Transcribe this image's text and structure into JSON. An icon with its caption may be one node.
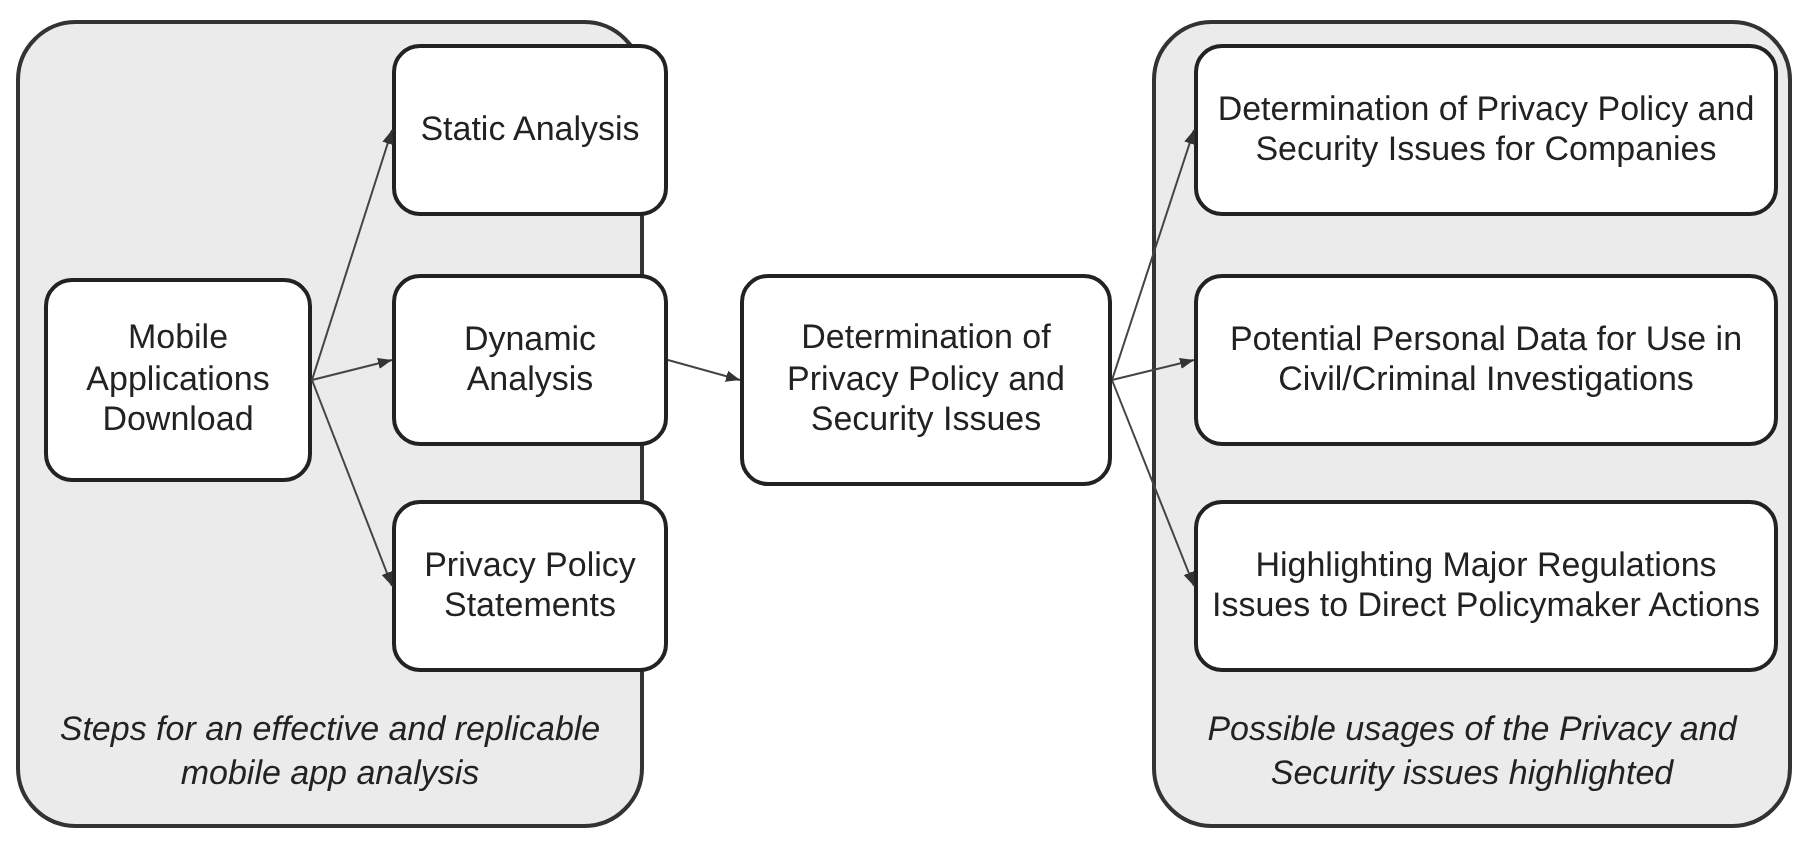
{
  "diagram": {
    "nodes": [
      {
        "text": [
          "Steps for an effective and replicable mobile app analysis"
        ]
      },
      {
        "text": [
          "Mobile Applications Download"
        ],
        "in": 0
      },
      {
        "text": [
          "Static Analysis"
        ],
        "in": 0
      },
      {
        "text": [
          "Dynamic Analysis"
        ],
        "in": 0
      },
      {
        "text": [
          "Privacy Policy Statements"
        ],
        "in": 0
      },
      {
        "text": [
          "Determination of Privacy Policy and Security Issues"
        ]
      },
      {
        "text": [
          "Possible usages of the Privacy and Security issues highlighted"
        ]
      },
      {
        "text": [
          "Determination of Privacy Policy and Security Issues for Companies"
        ],
        "in": 6
      },
      {
        "text": [
          "Potential Personal Data for Use in Civil/Criminal Investigations"
        ],
        "in": 6
      },
      {
        "text": [
          "Highlighting Major Regulations Issues to Direct Policymaker Actions"
        ],
        "in": 6
      }
    ],
    "edges": [
      {
        "from": 1,
        "to": 2,
        "arrow": "to"
      },
      {
        "from": 1,
        "to": 3,
        "arrow": "to"
      },
      {
        "from": 1,
        "to": 4,
        "arrow": "to"
      },
      {
        "from": 3,
        "to": 5,
        "arrow": "to"
      },
      {
        "from": 5,
        "to": 7,
        "arrow": "to"
      },
      {
        "from": 5,
        "to": 8,
        "arrow": "to"
      },
      {
        "from": 5,
        "to": 9,
        "arrow": "to"
      }
    ]
  }
}
